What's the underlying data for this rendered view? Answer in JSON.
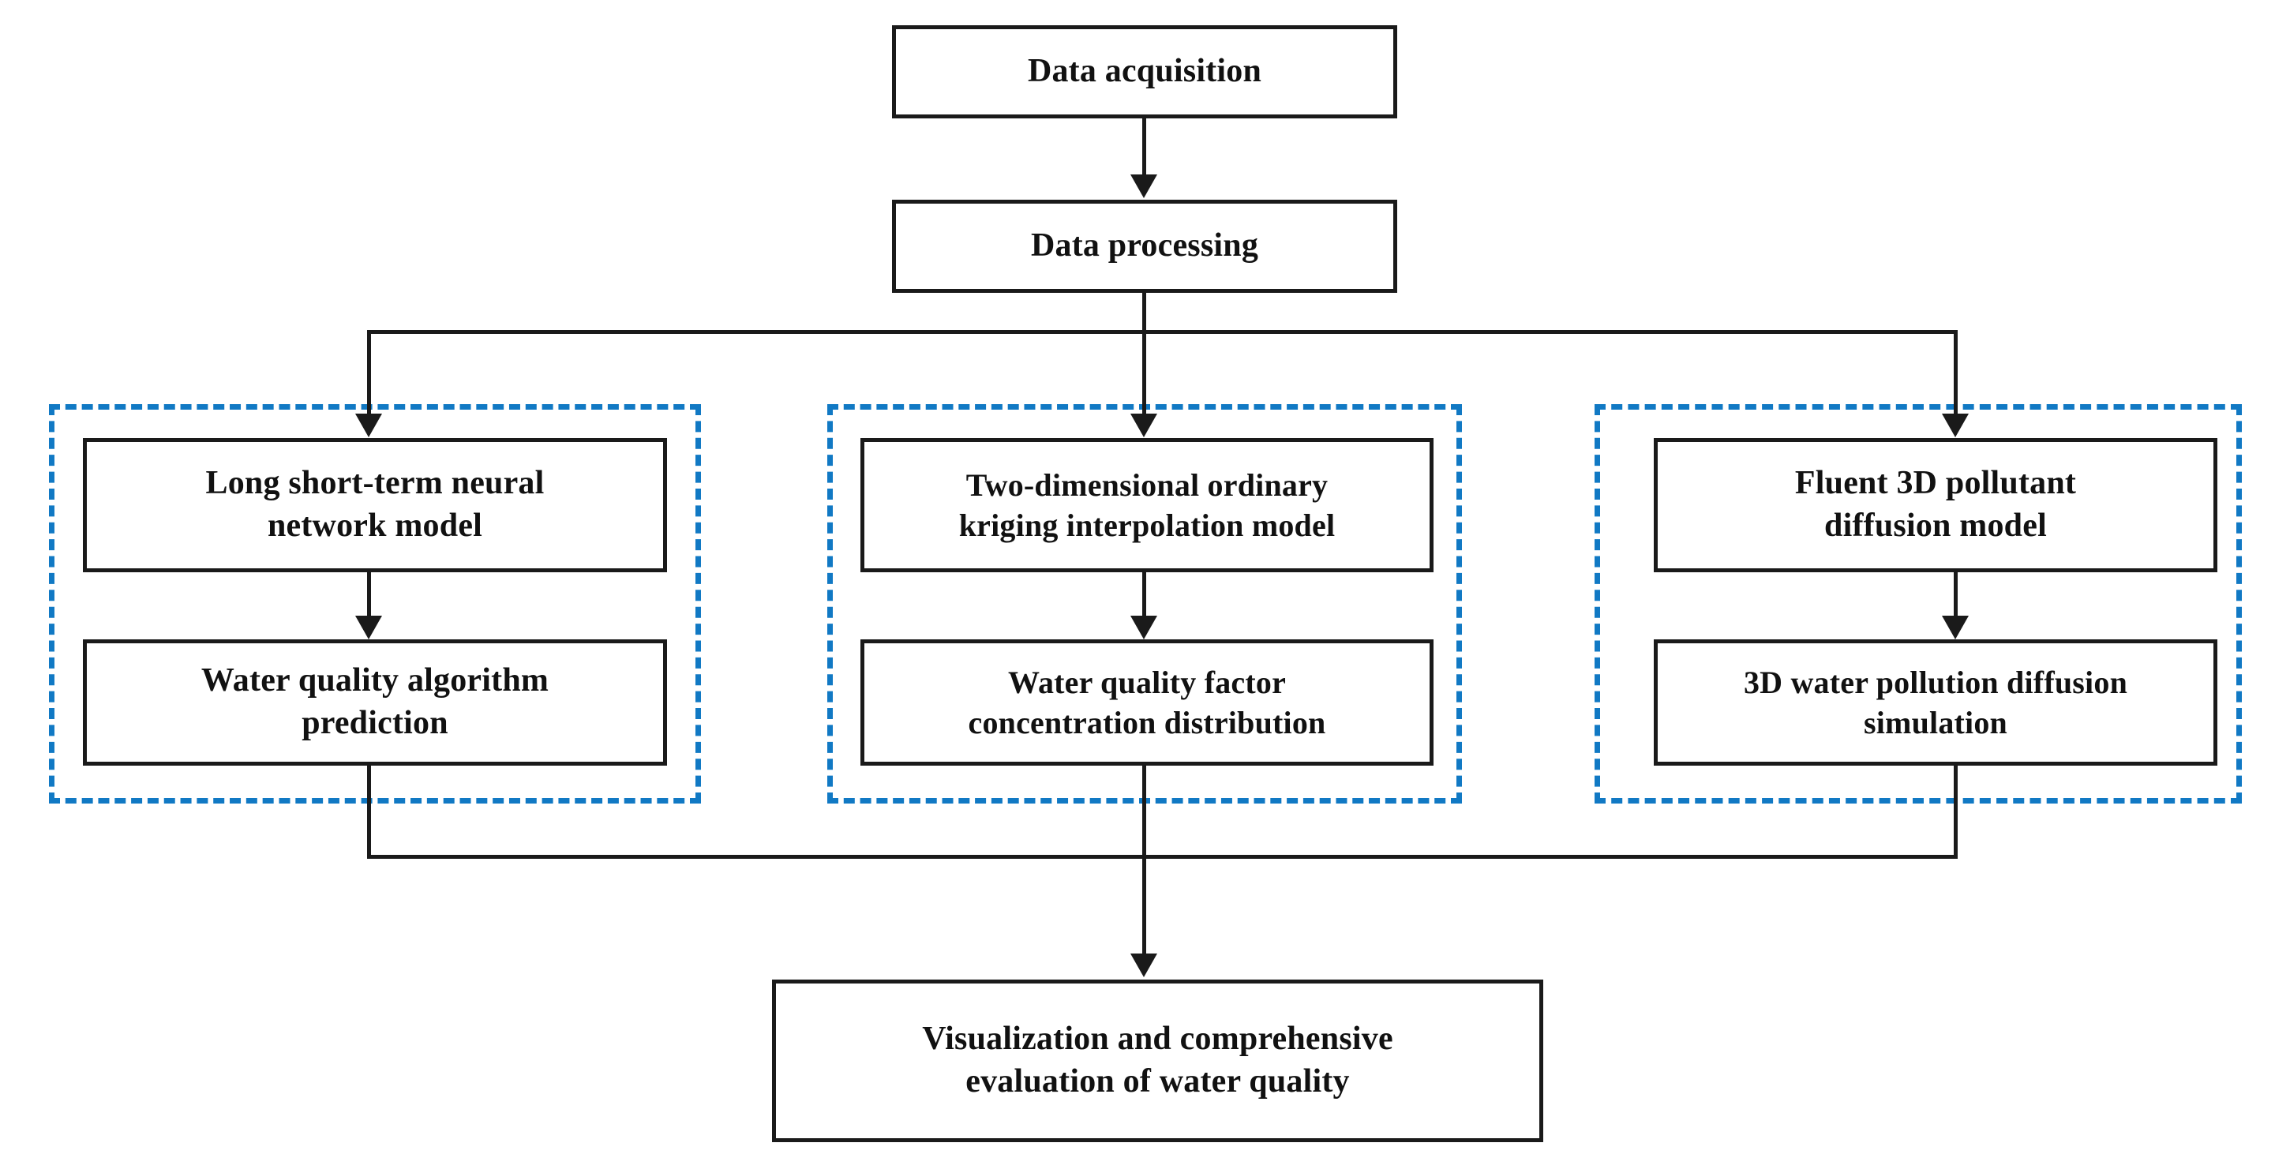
{
  "diagram": {
    "title": "Water quality modelling and evaluation workflow",
    "type": "flowchart",
    "orientation": "top-to-bottom",
    "background_color": "#ffffff",
    "box_border_color": "#1a1a1a",
    "group_border_color": "#1179c4",
    "connector_color": "#1a1a1a"
  },
  "nodes": {
    "data_acquisition": "Data acquisition",
    "data_processing": "Data processing",
    "lstm_model": "Long short-term neural\nnetwork model",
    "lstm_output": "Water quality algorithm\nprediction",
    "kriging_model": "Two-dimensional ordinary\nkriging interpolation model",
    "kriging_output": "Water quality factor\nconcentration distribution",
    "fluent_model": "Fluent 3D pollutant\ndiffusion model",
    "fluent_output": "3D water pollution diffusion\nsimulation",
    "final": "Visualization and comprehensive\nevaluation of water quality"
  },
  "groups": {
    "left": "prediction-branch",
    "middle": "interpolation-branch",
    "right": "simulation-branch"
  },
  "edges": [
    {
      "from": "data_acquisition",
      "to": "data_processing",
      "style": "solid-arrow"
    },
    {
      "from": "data_processing",
      "to": "lstm_model",
      "style": "solid-arrow-branch"
    },
    {
      "from": "data_processing",
      "to": "kriging_model",
      "style": "solid-arrow-branch"
    },
    {
      "from": "data_processing",
      "to": "fluent_model",
      "style": "solid-arrow-branch"
    },
    {
      "from": "lstm_model",
      "to": "lstm_output",
      "style": "solid-arrow"
    },
    {
      "from": "kriging_model",
      "to": "kriging_output",
      "style": "solid-arrow"
    },
    {
      "from": "fluent_model",
      "to": "fluent_output",
      "style": "solid-arrow"
    },
    {
      "from": "lstm_output",
      "to": "final",
      "style": "solid-merge"
    },
    {
      "from": "kriging_output",
      "to": "final",
      "style": "solid-merge"
    },
    {
      "from": "fluent_output",
      "to": "final",
      "style": "solid-merge"
    }
  ]
}
